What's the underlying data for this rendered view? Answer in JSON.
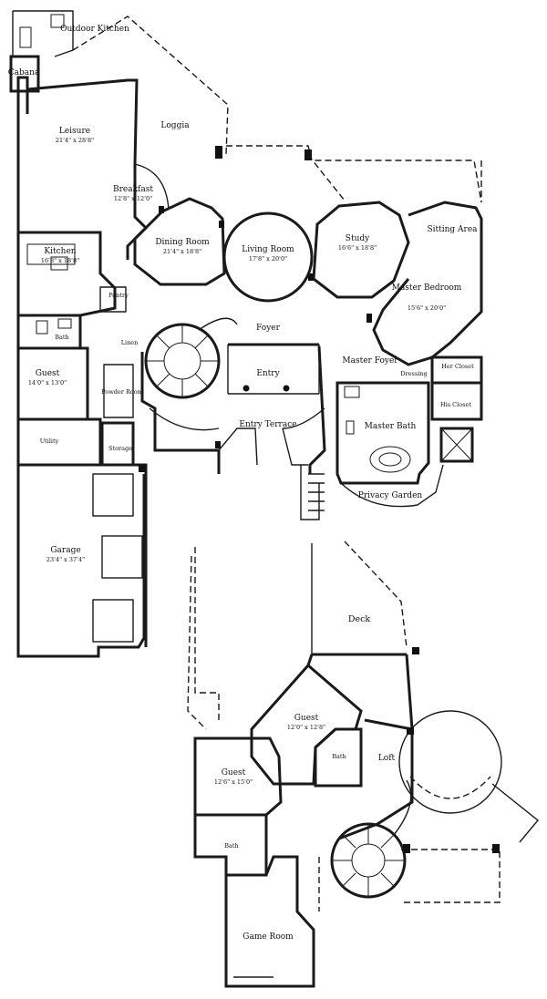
{
  "floor_plan": {
    "main_floor": {
      "rooms": [
        {
          "id": "outdoor-kitchen",
          "name": "Outdoor Kitchen"
        },
        {
          "id": "cabana",
          "name": "Cabana"
        },
        {
          "id": "leisure",
          "name": "Leisure",
          "dims": "21'4\" x 28'8\""
        },
        {
          "id": "loggia",
          "name": "Loggia"
        },
        {
          "id": "breakfast",
          "name": "Breakfast",
          "dims": "12'8\" x 12'0\""
        },
        {
          "id": "kitchen",
          "name": "Kitchen",
          "dims": "16'8\" x 18'8\""
        },
        {
          "id": "pantry",
          "name": "Pantry"
        },
        {
          "id": "dining-room",
          "name": "Dining Room",
          "dims": "21'4\" x 18'8\""
        },
        {
          "id": "living-room",
          "name": "Living Room",
          "dims": "17'8\" x 20'0\""
        },
        {
          "id": "study",
          "name": "Study",
          "dims": "16'6\" x 18'8\""
        },
        {
          "id": "sitting-area",
          "name": "Sitting Area"
        },
        {
          "id": "master-bedroom",
          "name": "Master Bedroom",
          "dims": "15'6\" x 20'0\""
        },
        {
          "id": "bath-main",
          "name": "Bath"
        },
        {
          "id": "linen",
          "name": "Linen"
        },
        {
          "id": "foyer",
          "name": "Foyer"
        },
        {
          "id": "guest-main",
          "name": "Guest",
          "dims": "14'0\" x 13'0\""
        },
        {
          "id": "powder-room",
          "name": "Powder Room"
        },
        {
          "id": "entry",
          "name": "Entry"
        },
        {
          "id": "master-foyer",
          "name": "Master Foyer"
        },
        {
          "id": "dressing",
          "name": "Dressing"
        },
        {
          "id": "her-closet",
          "name": "Her Closet"
        },
        {
          "id": "his-closet",
          "name": "His Closet"
        },
        {
          "id": "entry-terrace",
          "name": "Entry Terrace"
        },
        {
          "id": "master-bath",
          "name": "Master Bath"
        },
        {
          "id": "utility",
          "name": "Utility"
        },
        {
          "id": "storage",
          "name": "Storage"
        },
        {
          "id": "privacy-garden",
          "name": "Privacy Garden"
        },
        {
          "id": "garage",
          "name": "Garage",
          "dims": "23'4\" x 37'4\""
        }
      ]
    },
    "upper_floor": {
      "rooms": [
        {
          "id": "deck",
          "name": "Deck"
        },
        {
          "id": "guest-upper-1",
          "name": "Guest",
          "dims": "12'0\" x 12'8\""
        },
        {
          "id": "bath-upper-1",
          "name": "Bath"
        },
        {
          "id": "loft",
          "name": "Loft"
        },
        {
          "id": "guest-upper-2",
          "name": "Guest",
          "dims": "12'6\" x 15'0\""
        },
        {
          "id": "bath-upper-2",
          "name": "Bath"
        },
        {
          "id": "game-room",
          "name": "Game Room"
        }
      ]
    }
  }
}
